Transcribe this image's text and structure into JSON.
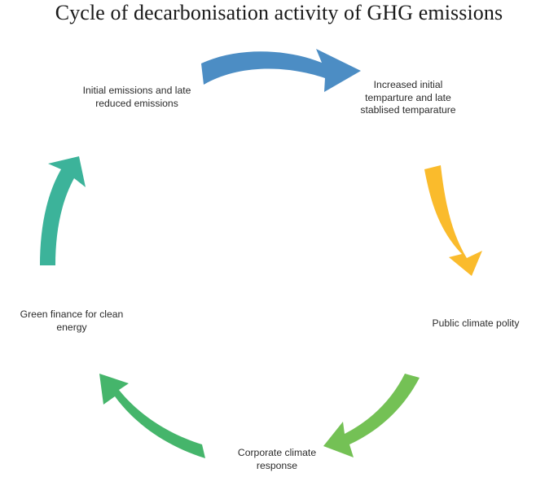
{
  "title": "Cycle of decarbonisation activity of GHG emissions",
  "diagram": {
    "type": "cycle",
    "direction": "clockwise",
    "node_count": 5,
    "nodes": [
      {
        "id": "emissions",
        "label": "Initial emissions and late\nreduced emissions",
        "position": "top-left"
      },
      {
        "id": "temperature",
        "label": "Increased initial\ntemparture and late\nstablised temparature",
        "position": "top-right"
      },
      {
        "id": "policy",
        "label": "Public climate polity",
        "position": "right"
      },
      {
        "id": "corporate",
        "label": "Corporate climate\nresponse",
        "position": "bottom"
      },
      {
        "id": "finance",
        "label": "Green finance for clean\nenergy",
        "position": "left"
      }
    ],
    "arrows": [
      {
        "id": "arrow-emissions-to-temperature",
        "from": "emissions",
        "to": "temperature",
        "color": "#4C8DC4",
        "name": "blue-curved-arrow-right"
      },
      {
        "id": "arrow-temperature-to-policy",
        "from": "temperature",
        "to": "policy",
        "color": "#FABB2C",
        "name": "yellow-curved-arrow-down"
      },
      {
        "id": "arrow-policy-to-corporate",
        "from": "policy",
        "to": "corporate",
        "color": "#74C155",
        "name": "light-green-curved-arrow-down-left"
      },
      {
        "id": "arrow-corporate-to-finance",
        "from": "corporate",
        "to": "finance",
        "color": "#45B56B",
        "name": "green-curved-arrow-up-left"
      },
      {
        "id": "arrow-finance-to-emissions",
        "from": "finance",
        "to": "emissions",
        "color": "#3CB39A",
        "name": "teal-curved-arrow-up"
      }
    ]
  },
  "colors": {
    "background": "#FFFFFF",
    "title_text": "#1A1A1A",
    "label_text": "#2B2B2B",
    "blue": "#4C8DC4",
    "yellow": "#FABB2C",
    "light_green": "#74C155",
    "green": "#45B56B",
    "teal": "#3CB39A"
  }
}
